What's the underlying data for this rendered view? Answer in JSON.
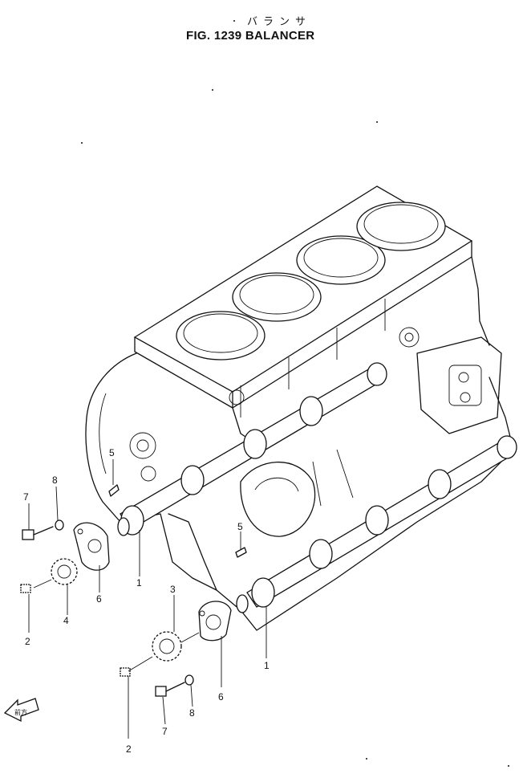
{
  "header": {
    "kana": "バランサ",
    "title": "FIG. 1239   BALANCER"
  },
  "direction_marker": {
    "label": "前方",
    "icon": "front-arrow-icon"
  },
  "callouts": {
    "shaft_left": "1",
    "shaft_right": "1",
    "plug_left": "2",
    "plug_right": "2",
    "gear_right": "3",
    "gear_left": "4",
    "key_left": "5",
    "key_right": "5",
    "plate_left": "6",
    "plate_right": "6",
    "bolt_left": "7",
    "bolt_right": "7",
    "washer_left": "8",
    "washer_right": "8"
  }
}
